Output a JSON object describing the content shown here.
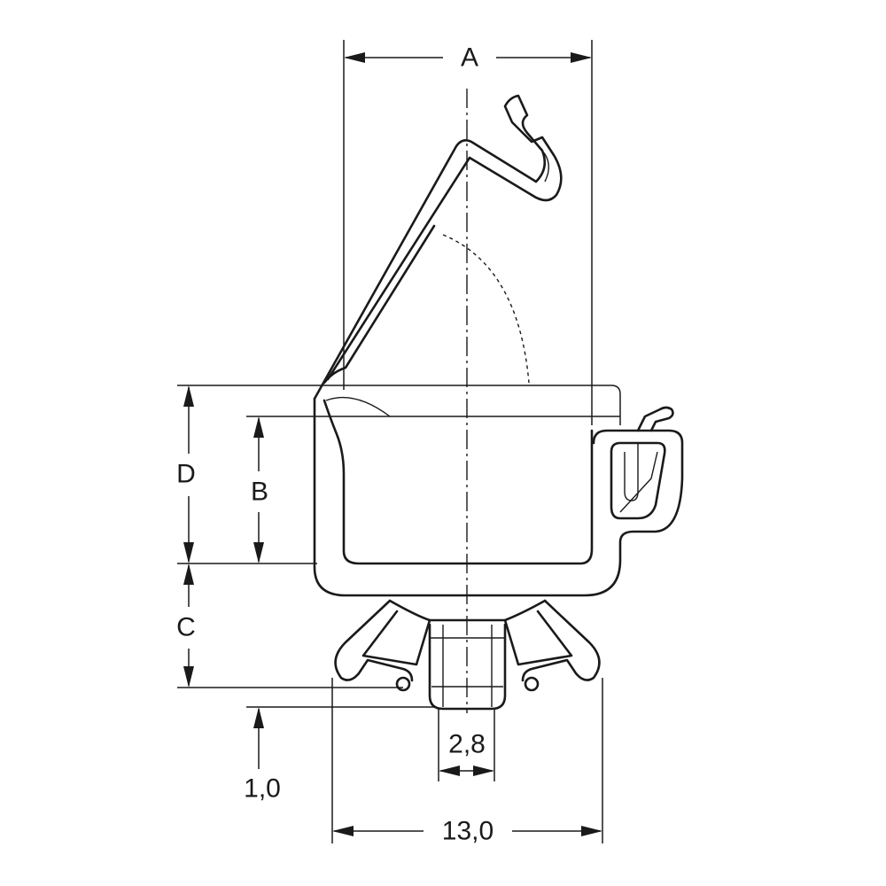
{
  "drawing": {
    "dimensions": {
      "A": "A",
      "B": "B",
      "C": "C",
      "D": "D",
      "pin_width": "2,8",
      "offset": "1,0",
      "base_width": "13,0"
    },
    "line_color": "#1a1a1a"
  }
}
